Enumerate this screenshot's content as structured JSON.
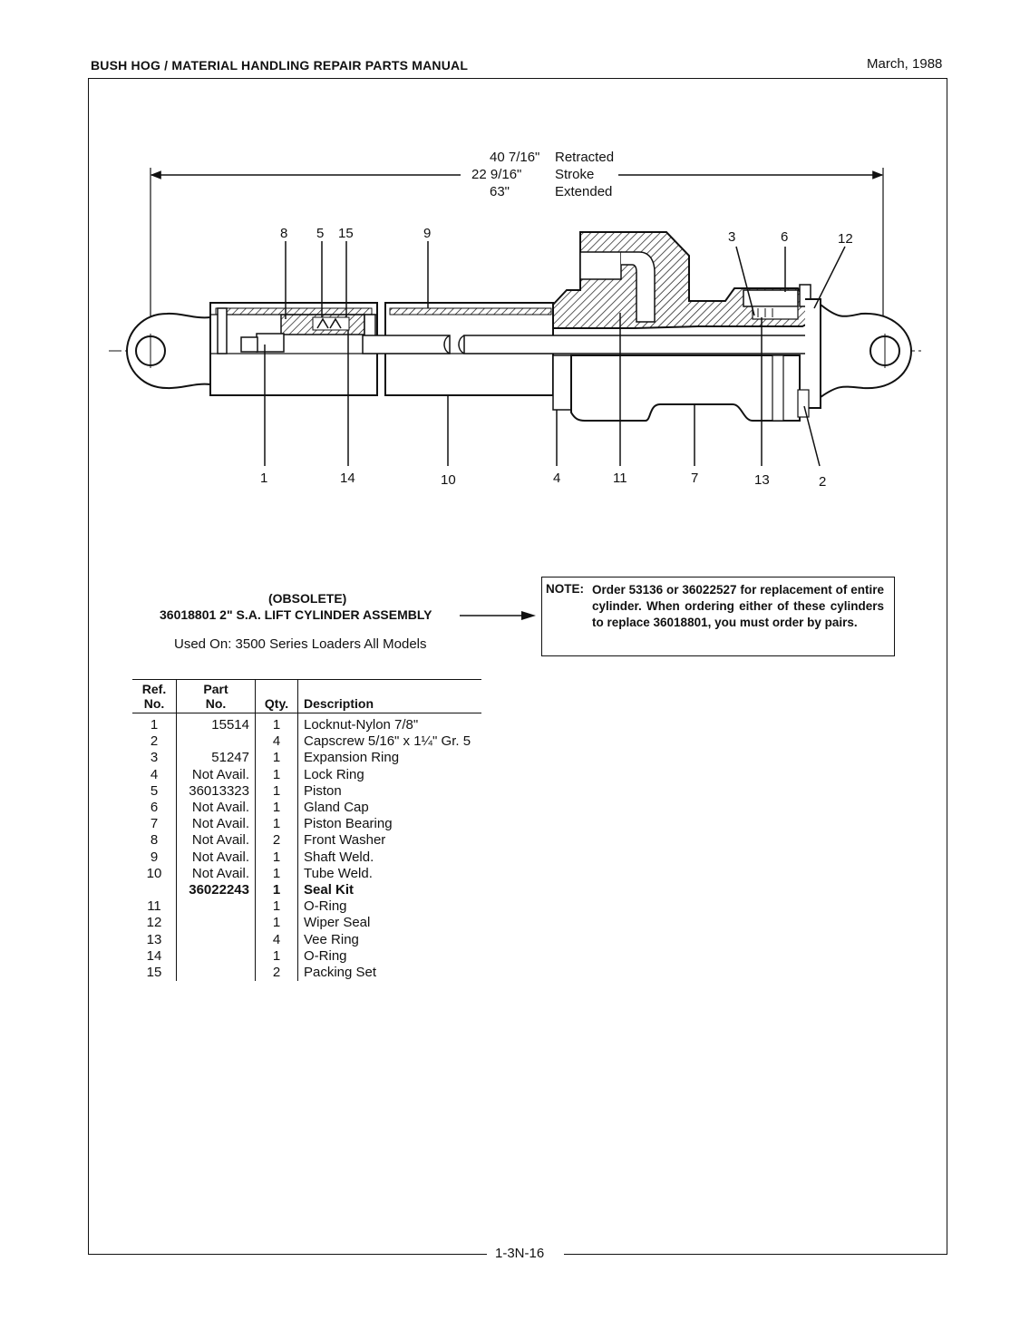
{
  "header": {
    "manual_title": "BUSH HOG / MATERIAL HANDLING REPAIR PARTS MANUAL",
    "date": "March, 1988"
  },
  "diagram": {
    "dimensions": [
      {
        "value": "40 7/16\"",
        "label": "Retracted"
      },
      {
        "value": "22 9/16\"",
        "label": "Stroke"
      },
      {
        "value": "63\"",
        "label": "Extended"
      }
    ],
    "callouts_top": [
      "8",
      "5",
      "15",
      "9",
      "3",
      "6",
      "12"
    ],
    "callouts_bottom": [
      "1",
      "14",
      "10",
      "4",
      "11",
      "7",
      "13",
      "2"
    ]
  },
  "assembly": {
    "status": "(OBSOLETE)",
    "title": "36018801 2\" S.A. LIFT CYLINDER ASSEMBLY",
    "used_on": "Used On:  3500 Series Loaders All Models"
  },
  "note": {
    "label": "NOTE:",
    "text": "Order 53136 or 36022527 for replacement of entire cylinder. When ordering either of these cylinders to replace 36018801, you must order by pairs."
  },
  "parts_table": {
    "headers": {
      "ref": "Ref. No.",
      "part": "Part No.",
      "qty": "Qty.",
      "desc": "Description"
    },
    "rows": [
      {
        "ref": "1",
        "part": "15514",
        "qty": "1",
        "desc": "Locknut-Nylon 7/8\""
      },
      {
        "ref": "2",
        "part": "",
        "qty": "4",
        "desc": "Capscrew 5/16\" x 1¼\" Gr. 5"
      },
      {
        "ref": "3",
        "part": "51247",
        "qty": "1",
        "desc": "Expansion Ring"
      },
      {
        "ref": "4",
        "part": "Not Avail.",
        "qty": "1",
        "desc": "Lock Ring"
      },
      {
        "ref": "5",
        "part": "36013323",
        "qty": "1",
        "desc": "Piston"
      },
      {
        "ref": "6",
        "part": "Not Avail.",
        "qty": "1",
        "desc": "Gland Cap"
      },
      {
        "ref": "7",
        "part": "Not Avail.",
        "qty": "1",
        "desc": "Piston Bearing"
      },
      {
        "ref": "8",
        "part": "Not Avail.",
        "qty": "2",
        "desc": "Front Washer"
      },
      {
        "ref": "9",
        "part": "Not Avail.",
        "qty": "1",
        "desc": "Shaft Weld."
      },
      {
        "ref": "10",
        "part": "Not Avail.",
        "qty": "1",
        "desc": "Tube Weld."
      },
      {
        "ref": "",
        "part": "36022243",
        "qty": "1",
        "desc": "Seal Kit",
        "bold": true
      },
      {
        "ref": "11",
        "part": "",
        "qty": "1",
        "desc": "O-Ring"
      },
      {
        "ref": "12",
        "part": "",
        "qty": "1",
        "desc": "Wiper Seal"
      },
      {
        "ref": "13",
        "part": "",
        "qty": "4",
        "desc": "Vee Ring"
      },
      {
        "ref": "14",
        "part": "",
        "qty": "1",
        "desc": "O-Ring"
      },
      {
        "ref": "15",
        "part": "",
        "qty": "2",
        "desc": "Packing Set"
      }
    ]
  },
  "footer": {
    "page_number": "1-3N-16"
  }
}
